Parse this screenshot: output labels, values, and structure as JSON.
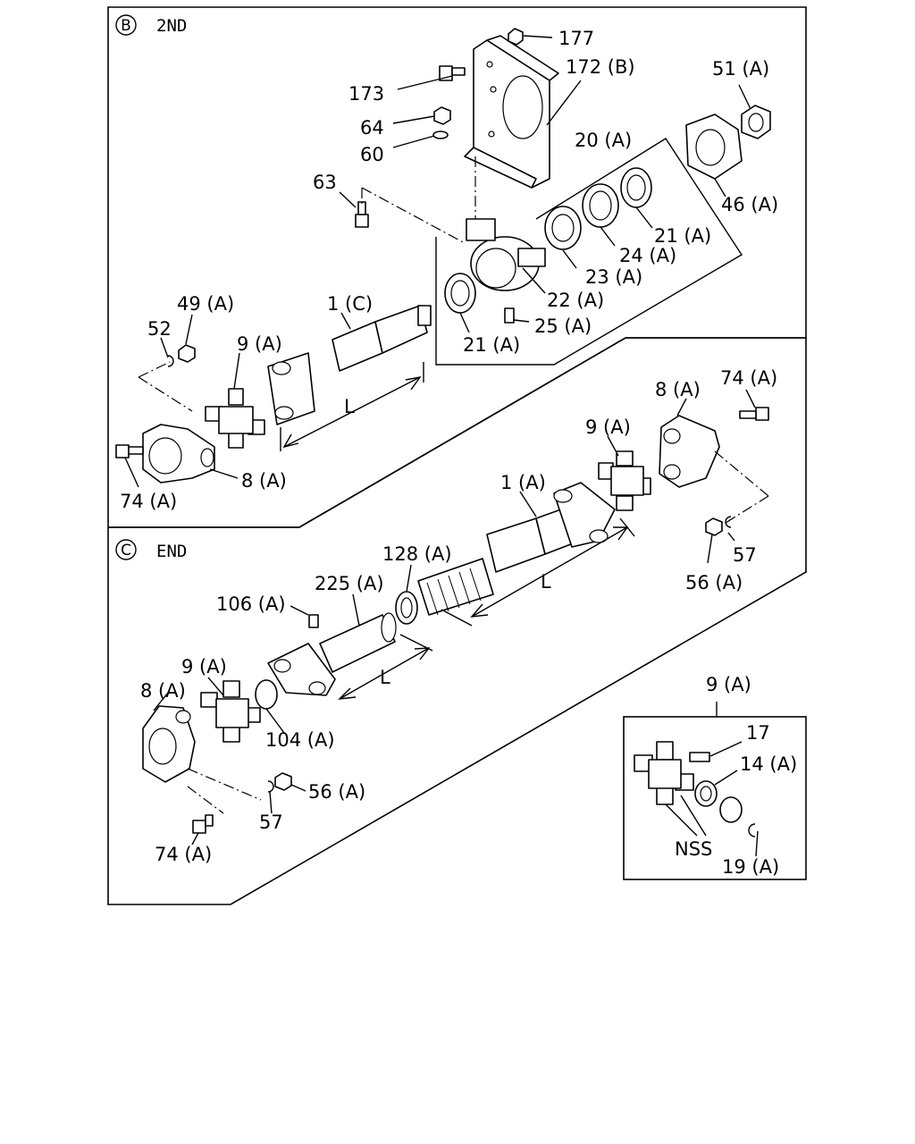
{
  "sections": {
    "second": {
      "letter": "B",
      "title": "2ND"
    },
    "end": {
      "letter": "C",
      "title": "END"
    }
  },
  "callouts": {
    "p177": "177",
    "p172b": "172 (B)",
    "p51a": "51 (A)",
    "p173": "173",
    "p64": "64",
    "p60": "60",
    "p20a": "20 (A)",
    "p63": "63",
    "p46a": "46 (A)",
    "p21a_top": "21 (A)",
    "p24a": "24 (A)",
    "p23a": "23 (A)",
    "p22a": "22 (A)",
    "p25a": "25 (A)",
    "p21a_bot": "21 (A)",
    "p49a": "49 (A)",
    "p1c": "1 (C)",
    "p52": "52",
    "p9a_b": "9 (A)",
    "dim_l_b": "L",
    "p74a_b": "74 (A)",
    "p8a_b": "8 (A)",
    "p8a_c_top": "8 (A)",
    "p74a_c_top": "74 (A)",
    "p9a_c_top": "9 (A)",
    "p1a": "1 (A)",
    "p57_right": "57",
    "p56a_right": "56 (A)",
    "dim_l_c1": "L",
    "p128a": "128 (A)",
    "p225a": "225 (A)",
    "p106a": "106 (A)",
    "dim_l_c2": "L",
    "p9a_c_left": "9 (A)",
    "p8a_c_left": "8 (A)",
    "p104a": "104 (A)",
    "p56a_left": "56 (A)",
    "p57_left": "57",
    "p74a_c_bot": "74 (A)"
  },
  "inset": {
    "header": "9 (A)",
    "p17": "17",
    "p14a": "14 (A)",
    "nss": "NSS",
    "p19a": "19 (A)"
  }
}
